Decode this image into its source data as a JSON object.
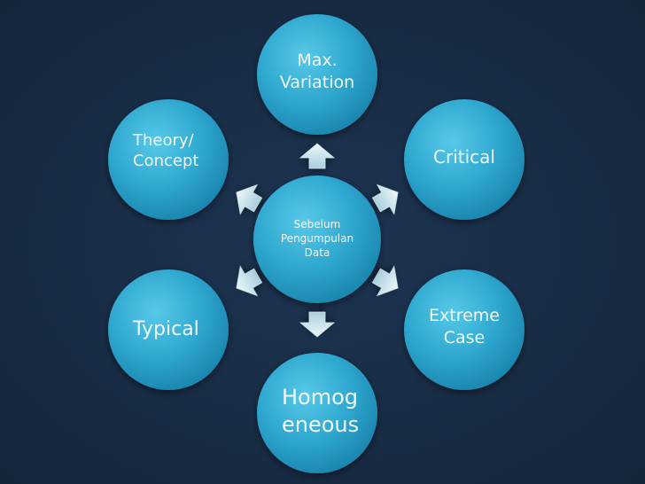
{
  "diagram": {
    "center": {
      "lines": [
        "Sebelum",
        "Pengumpulan",
        "Data"
      ]
    },
    "nodes": [
      {
        "id": "max-variation",
        "lines": [
          "Max.",
          "Variation"
        ],
        "align": "middle"
      },
      {
        "id": "critical",
        "lines": [
          "Critical"
        ],
        "align": "middle"
      },
      {
        "id": "extreme-case",
        "lines": [
          "Extreme",
          "Case"
        ],
        "align": "middle"
      },
      {
        "id": "homogeneous",
        "lines": [
          "Homog",
          "eneous"
        ],
        "align": "start"
      },
      {
        "id": "typical",
        "lines": [
          "Typical"
        ],
        "align": "start"
      },
      {
        "id": "theory-concept",
        "lines": [
          "Theory/",
          "Concept"
        ],
        "align": "start"
      }
    ]
  },
  "colors": {
    "background": "#1a2e46",
    "circle_light": "#4fc3e4",
    "circle_mid": "#2aa4cd",
    "circle_dark": "#1a86b0",
    "arrow_light": "#e6f2f6",
    "arrow_dark": "#a9cfdc",
    "text": "#f2f7fa"
  }
}
